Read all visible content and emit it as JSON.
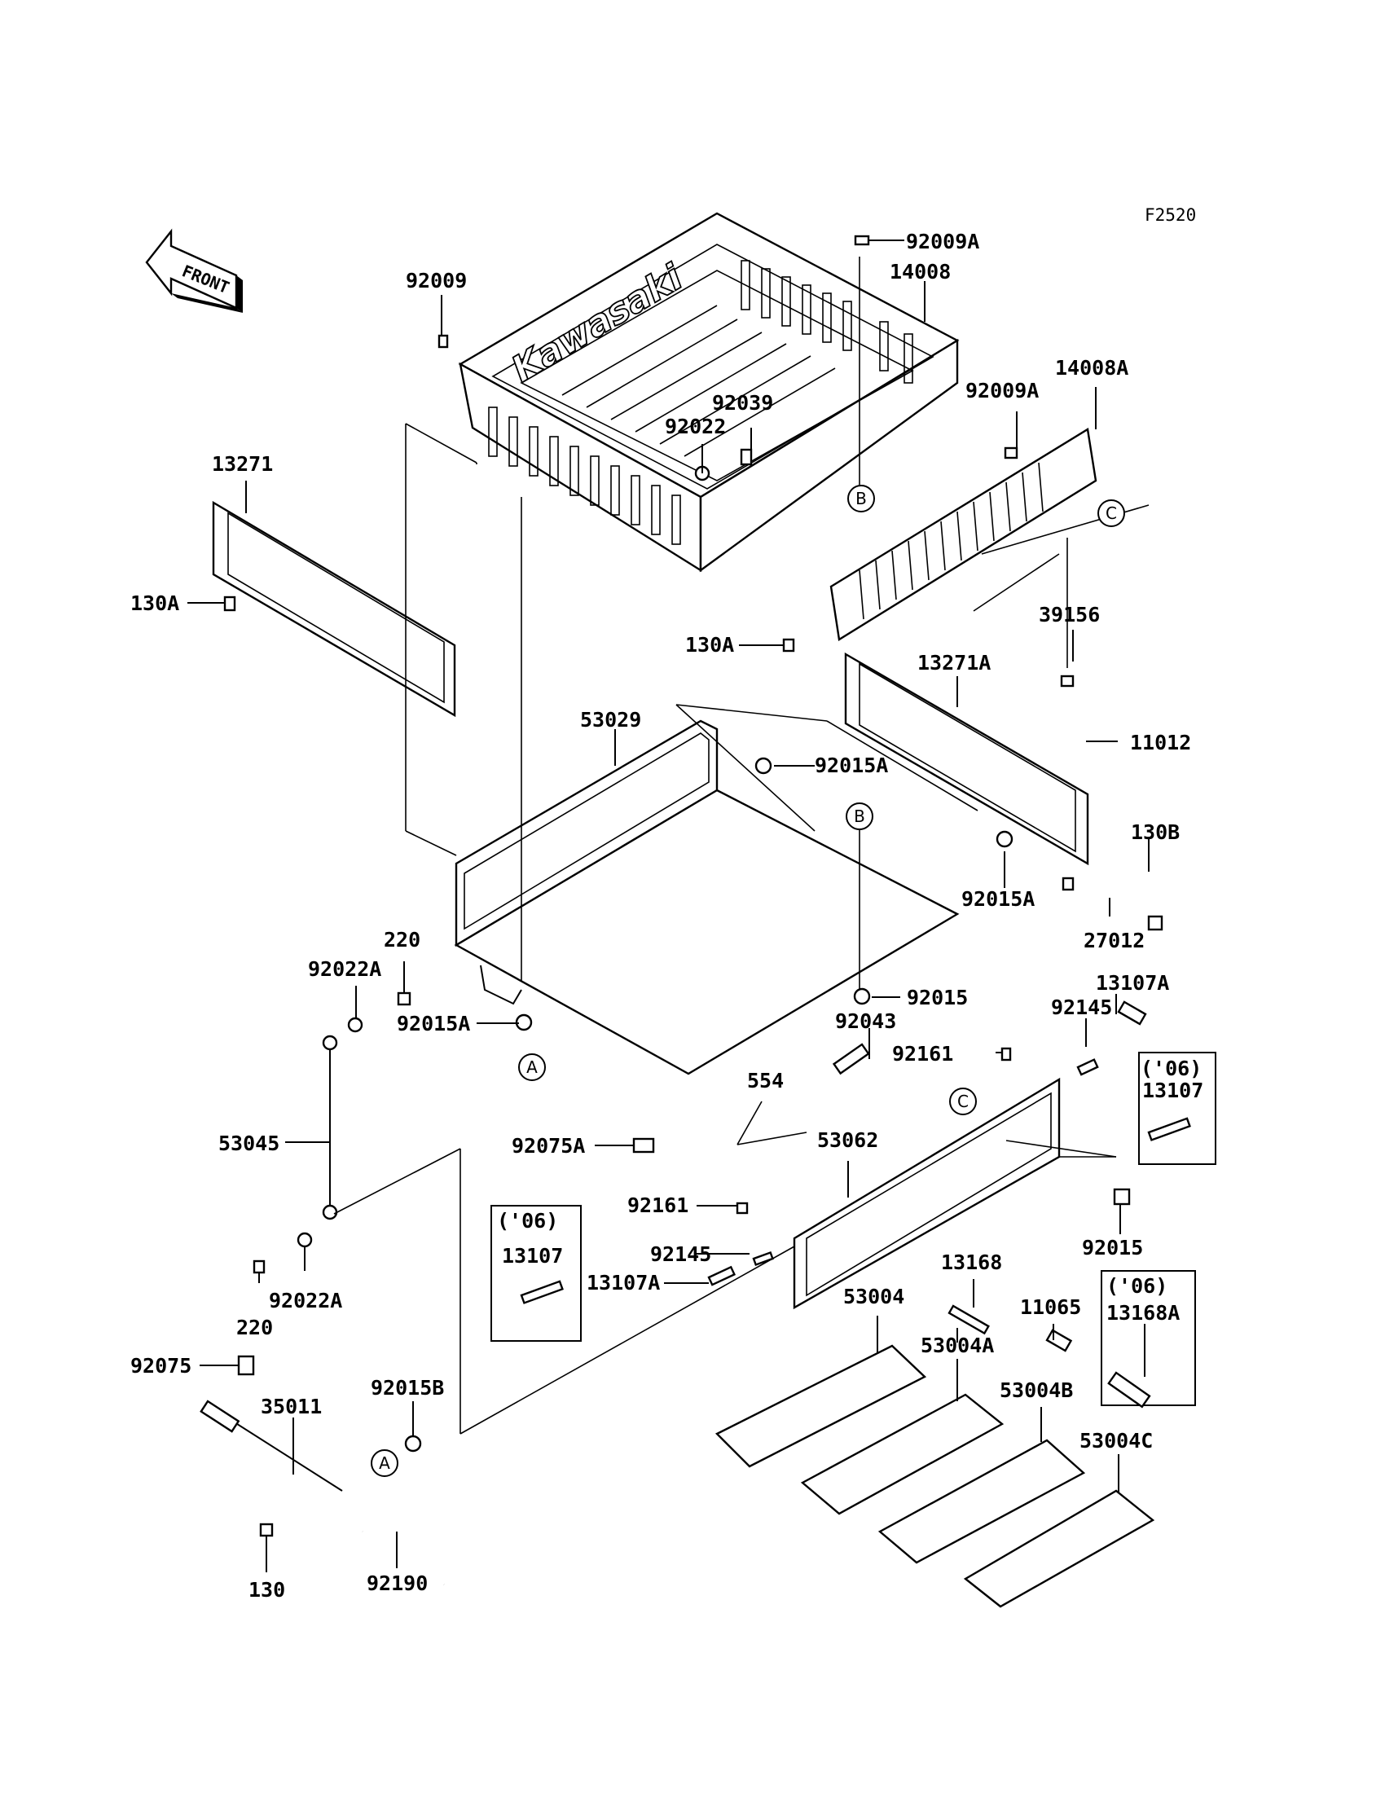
{
  "figure_code": "F2520",
  "front_label": "FRONT",
  "brand_logo": "Kawasaki",
  "year_tag": "('06)",
  "parts": {
    "p92009": "92009",
    "p92009A_top": "92009A",
    "p14008": "14008",
    "p14008A": "14008A",
    "p92009A_side": "92009A",
    "p92039": "92039",
    "p92022": "92022",
    "p13271": "13271",
    "p130A_left": "130A",
    "p130A_mid": "130A",
    "p39156": "39156",
    "p13271A": "13271A",
    "p11012": "11012",
    "p53029": "53029",
    "p92015A_top": "92015A",
    "p130B": "130B",
    "p92015A_right": "92015A",
    "p27012": "27012",
    "p220_top": "220",
    "p92022A_top": "92022A",
    "p92015A_left": "92015A",
    "p92015": "92015",
    "p13107A_right": "13107A",
    "p92145_right": "92145",
    "p92043": "92043",
    "p92161_right": "92161",
    "p13107_right": "13107",
    "p554": "554",
    "p53045": "53045",
    "p92075A": "92075A",
    "p53062": "53062",
    "p92161_left": "92161",
    "p92015_right": "92015",
    "p13107_left": "13107",
    "p92145_left": "92145",
    "p13107A_left": "13107A",
    "p13168": "13168",
    "p53004": "53004",
    "p11065": "11065",
    "p13168A": "13168A",
    "p220_bottom": "220",
    "p92022A_bottom": "92022A",
    "p53004A": "53004A",
    "p92075": "92075",
    "p35011": "35011",
    "p92015B": "92015B",
    "p53004B": "53004B",
    "p53004C": "53004C",
    "p130": "130",
    "p92190": "92190"
  },
  "callouts": {
    "B1": "B",
    "C1": "C",
    "B2": "B",
    "A1": "A",
    "C2": "C",
    "A2": "A"
  }
}
